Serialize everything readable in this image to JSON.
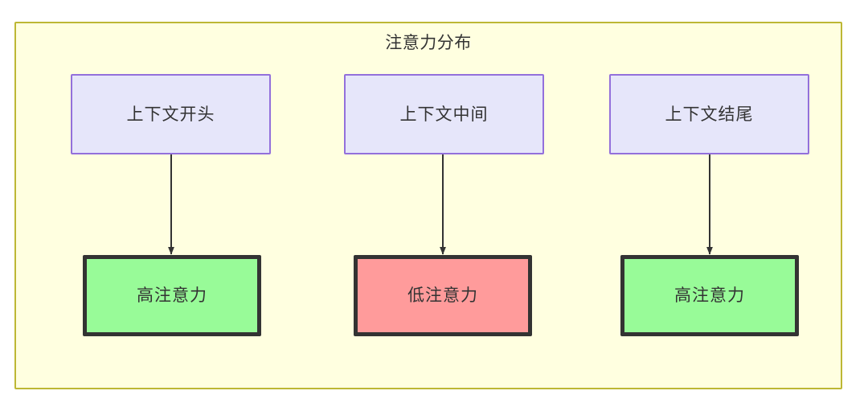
{
  "diagram": {
    "title": "注意力分布",
    "container": {
      "background_color": "#ffffe0",
      "border_color": "#bdb734"
    },
    "context_nodes": [
      {
        "id": "context-start",
        "label": "上下文开头",
        "fill": "#e6e6fa",
        "border": "#9370db"
      },
      {
        "id": "context-middle",
        "label": "上下文中间",
        "fill": "#e6e6fa",
        "border": "#9370db"
      },
      {
        "id": "context-end",
        "label": "上下文结尾",
        "fill": "#e6e6fa",
        "border": "#9370db"
      }
    ],
    "attention_nodes": [
      {
        "id": "attention-high-start",
        "label": "高注意力",
        "fill": "#98fb98",
        "border": "#333333",
        "level": "high"
      },
      {
        "id": "attention-low-middle",
        "label": "低注意力",
        "fill": "#ff9b9b",
        "border": "#333333",
        "level": "low"
      },
      {
        "id": "attention-high-end",
        "label": "高注意力",
        "fill": "#98fb98",
        "border": "#333333",
        "level": "high"
      }
    ],
    "edges": [
      {
        "from": "context-start",
        "to": "attention-high-start",
        "label": ""
      },
      {
        "from": "context-middle",
        "to": "attention-low-middle",
        "label": ""
      },
      {
        "from": "context-end",
        "to": "attention-high-end",
        "label": ""
      }
    ]
  }
}
